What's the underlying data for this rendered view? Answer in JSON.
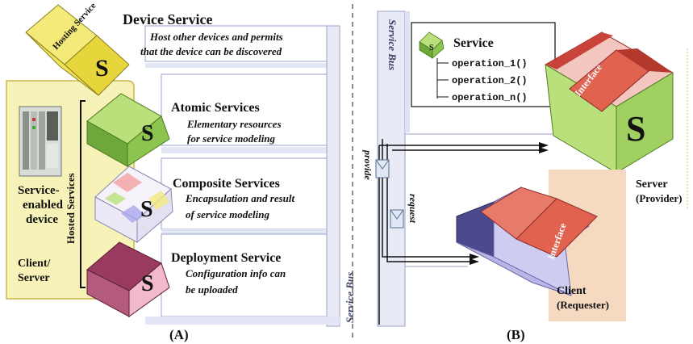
{
  "panel_a": {
    "caption": "(A)",
    "device_service": {
      "cube_label": "Hosting Service",
      "letter": "S",
      "title": "Device Service",
      "desc_line1": "Host other devices and permits",
      "desc_line2": "that the device can be discovered"
    },
    "atomic": {
      "letter": "S",
      "title": "Atomic Services",
      "desc_line1": "Elementary resources",
      "desc_line2": "for service modeling"
    },
    "composite": {
      "letter": "S",
      "title": "Composite Services",
      "desc_line1": "Encapsulation and result",
      "desc_line2": "of service modeling"
    },
    "deployment": {
      "letter": "S",
      "title": "Deployment Service",
      "desc_line1": "Configuration info can",
      "desc_line2": "be uploaded"
    },
    "device_label_line1": "Service-",
    "device_label_line2": "enabled",
    "device_label_line3": "device",
    "hosted_services": "Hosted Services",
    "client_server_line1": "Client/",
    "client_server_line2": "Server",
    "service_bus": "Service Bus"
  },
  "panel_b": {
    "caption": "(B)",
    "service_bus": "Service Bus",
    "legend": {
      "letter": "S",
      "title": "Service",
      "operations": [
        "operation_1()",
        "operation_2()",
        "operation_n()"
      ]
    },
    "server_cube_letter": "S",
    "server_interface": "Interface",
    "server_label_line1": "Server",
    "server_label_line2": "(Provider)",
    "client_interface": "Interface",
    "client_label_line1": "Client",
    "client_label_line2": "(Requester)",
    "provide": "provide",
    "request": "request"
  },
  "colors": {
    "yellow_cube": "#efe24a",
    "green_cube": "#9ccc5a",
    "pink_cube": "#e8a0b8",
    "red_interface": "#e0624f",
    "device_panel": "#f7f3b8",
    "client_panel": "#f5d9c0",
    "bus_fill": "#eef0fa"
  }
}
